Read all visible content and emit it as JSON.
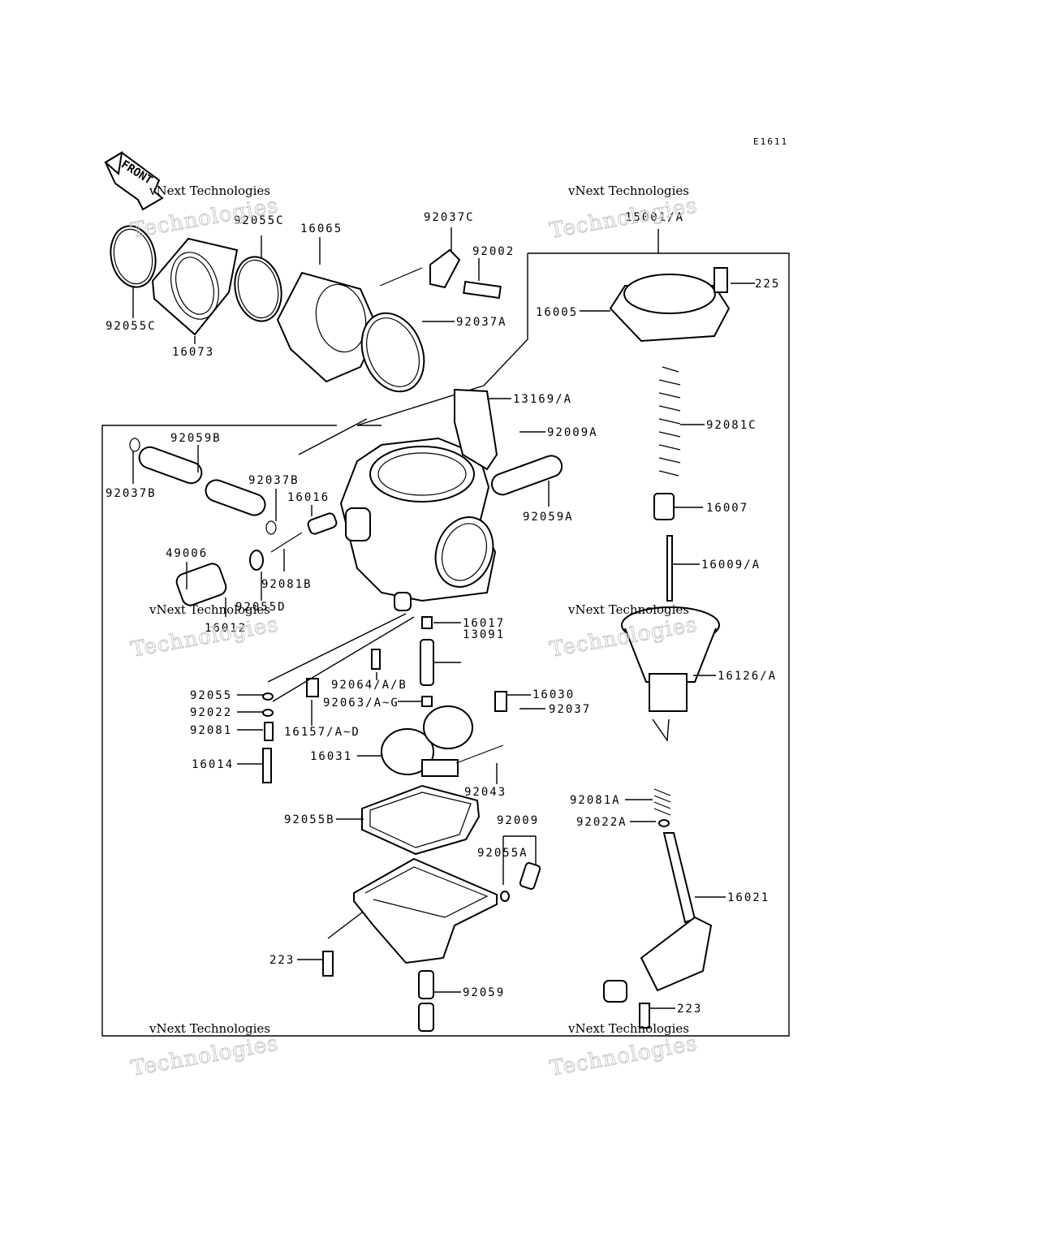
{
  "diagram_code": "E1611",
  "front_label": "FRONT",
  "watermark": {
    "line1": "vNext Technologies",
    "line2": "Technologies"
  },
  "labels": [
    "15001/A",
    "225",
    "16005",
    "92081C",
    "16007",
    "16009/A",
    "16126/A",
    "92055C",
    "92055C",
    "16065",
    "92037C",
    "92002",
    "92037A",
    "16073",
    "13169/A",
    "92009A",
    "92059B",
    "92037B",
    "92037B",
    "16016",
    "92059A",
    "49006",
    "92081B",
    "92055D",
    "16012",
    "16017",
    "13091",
    "92055",
    "92064/A/B",
    "92022",
    "92063/A~G",
    "16030",
    "92037",
    "92081",
    "16157/A~D",
    "16014",
    "16031",
    "92043",
    "92081A",
    "92022A",
    "92055B",
    "92009",
    "92055A",
    "16021",
    "223",
    "92059",
    "223"
  ]
}
